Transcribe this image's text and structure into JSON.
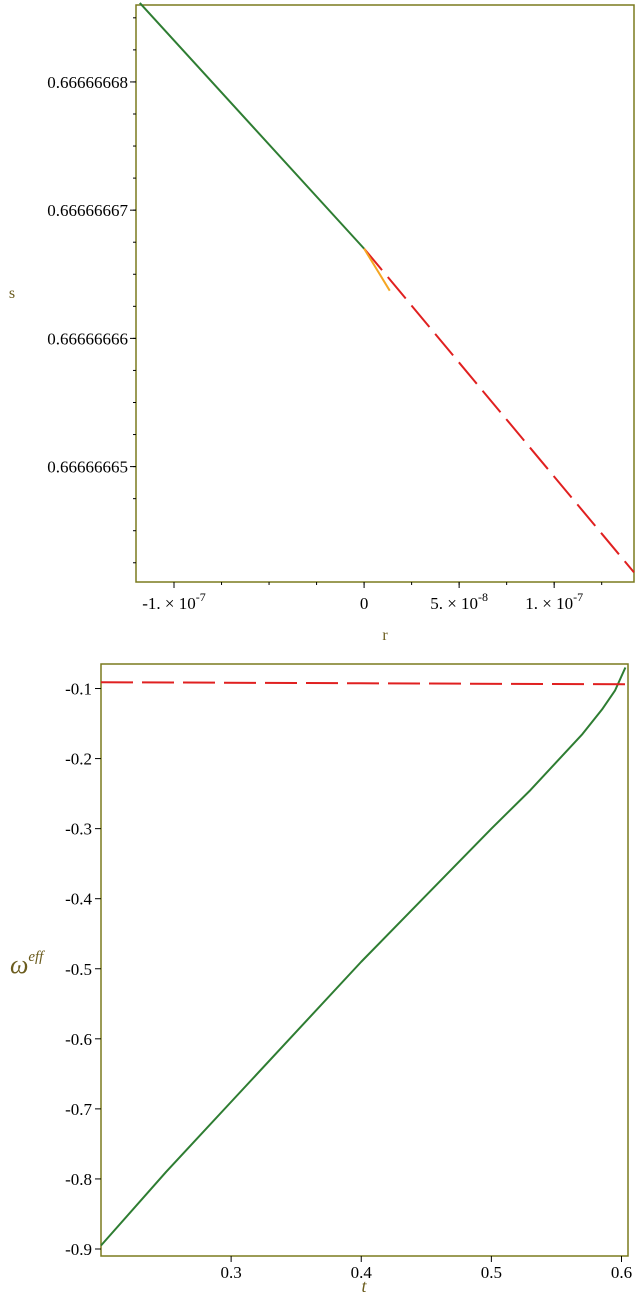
{
  "chart_data": [
    {
      "type": "line",
      "title": "",
      "xlabel": "r",
      "ylabel": "s",
      "xlim": [
        -1.2e-07,
        1.42e-07
      ],
      "ylim": [
        0.666666641,
        0.666666686
      ],
      "grid": false,
      "frame_color": "#7a7a1e",
      "x_ticks": [
        {
          "value": -1e-07,
          "label": "-1. × 10",
          "exp": "-7"
        },
        {
          "value": 0,
          "label": "0",
          "exp": ""
        },
        {
          "value": 5e-08,
          "label": "5. × 10",
          "exp": "-8"
        },
        {
          "value": 1e-07,
          "label": "1. × 10",
          "exp": "-7"
        }
      ],
      "y_ticks": [
        {
          "value": 0.66666665,
          "label": "0.66666665"
        },
        {
          "value": 0.66666666,
          "label": "0.66666666"
        },
        {
          "value": 0.66666667,
          "label": "0.66666667"
        },
        {
          "value": 0.66666668,
          "label": "0.66666668"
        }
      ],
      "series": [
        {
          "color": "#2e7d32",
          "dash": "solid",
          "x": [
            -1.18e-07,
            0
          ],
          "y": [
            0.66666668616,
            0.666666667
          ]
        },
        {
          "color": "#e02020",
          "dash": "dashed",
          "x": [
            0,
            1.42e-07
          ],
          "y": [
            0.666666667,
            0.66666664175
          ]
        },
        {
          "color": "#f5a623",
          "dash": "solid",
          "x": [
            0,
            1.35e-08
          ],
          "y": [
            0.666666667,
            0.66666666372
          ]
        }
      ]
    },
    {
      "type": "line",
      "title": "",
      "xlabel": "t",
      "ylabel": "ω",
      "ylabel_sup": "eff",
      "xlim": [
        0.2,
        0.605
      ],
      "ylim": [
        -0.91,
        -0.065
      ],
      "grid": false,
      "frame_color": "#7a7a1e",
      "x_ticks": [
        {
          "value": 0.3,
          "label": "0.3"
        },
        {
          "value": 0.4,
          "label": "0.4"
        },
        {
          "value": 0.5,
          "label": "0.5"
        },
        {
          "value": 0.6,
          "label": "0.6"
        }
      ],
      "y_ticks": [
        {
          "value": -0.1,
          "label": "-0.1"
        },
        {
          "value": -0.2,
          "label": "-0.2"
        },
        {
          "value": -0.3,
          "label": "-0.3"
        },
        {
          "value": -0.4,
          "label": "-0.4"
        },
        {
          "value": -0.5,
          "label": "-0.5"
        },
        {
          "value": -0.6,
          "label": "-0.6"
        },
        {
          "value": -0.7,
          "label": "-0.7"
        },
        {
          "value": -0.8,
          "label": "-0.8"
        },
        {
          "value": -0.9,
          "label": "-0.9"
        }
      ],
      "series": [
        {
          "color": "#2e7d32",
          "dash": "solid",
          "x": [
            0.2,
            0.25,
            0.3,
            0.35,
            0.4,
            0.45,
            0.5,
            0.53,
            0.55,
            0.57,
            0.585,
            0.595,
            0.603
          ],
          "y": [
            -0.895,
            -0.79,
            -0.69,
            -0.59,
            -0.49,
            -0.395,
            -0.3,
            -0.245,
            -0.205,
            -0.165,
            -0.13,
            -0.103,
            -0.07
          ]
        },
        {
          "color": "#e02020",
          "dash": "dashed",
          "x": [
            0.2,
            0.4,
            0.605
          ],
          "y": [
            -0.091,
            -0.0925,
            -0.094
          ]
        }
      ]
    }
  ]
}
